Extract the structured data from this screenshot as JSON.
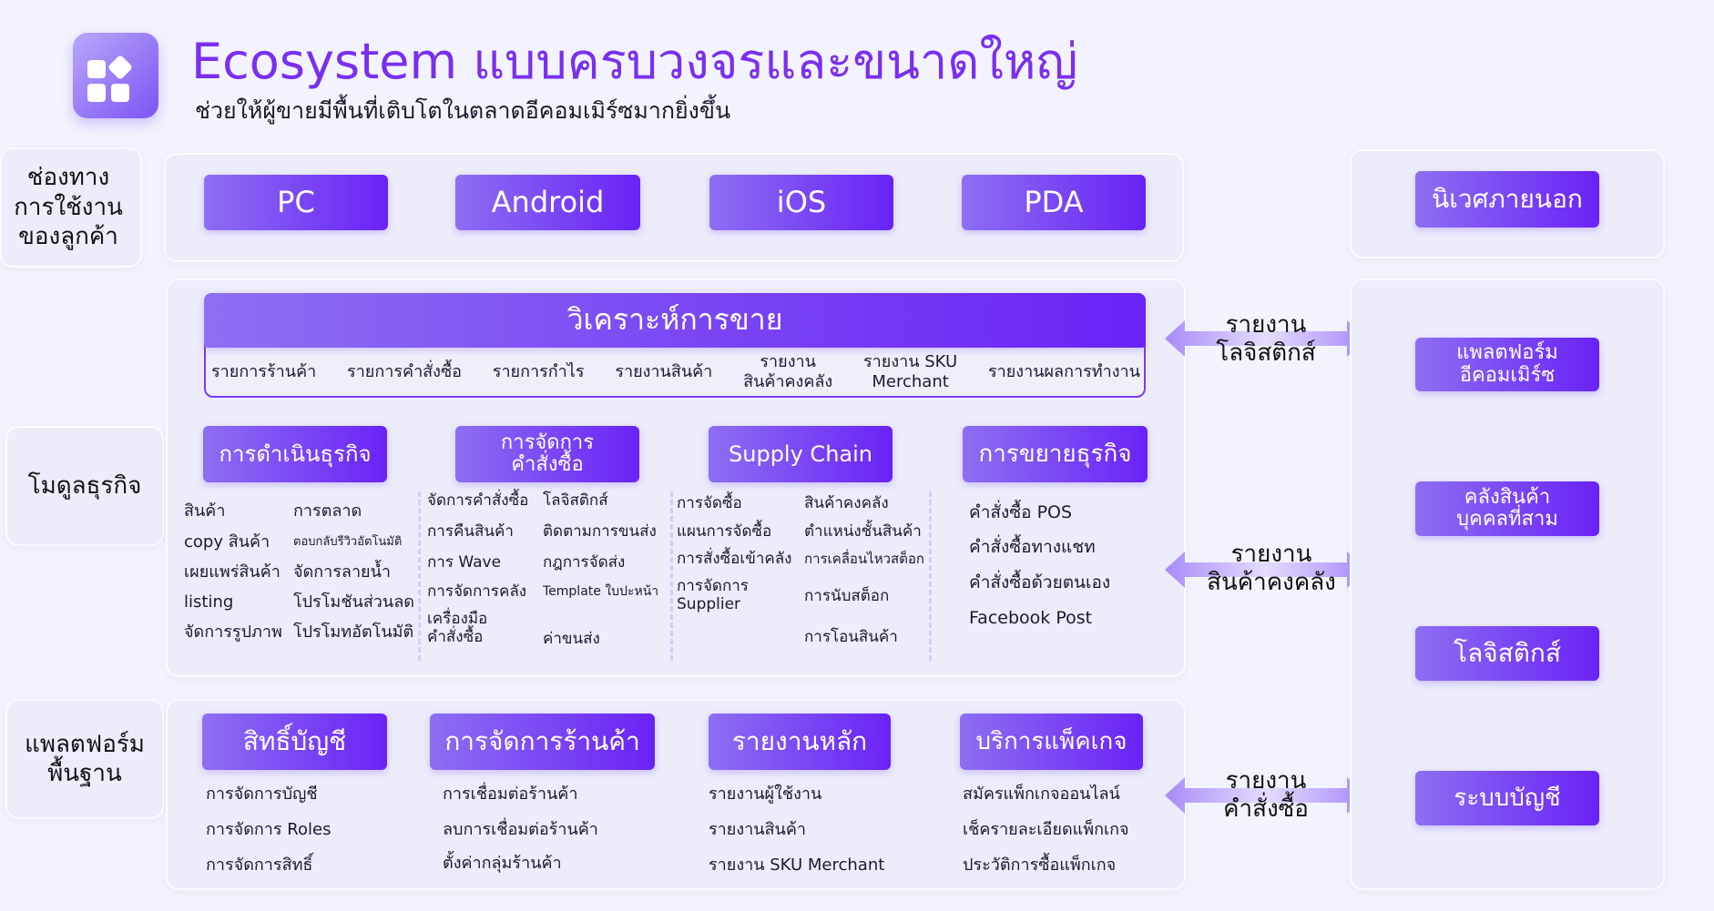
{
  "header": {
    "title": "Ecosystem แบบครบวงจรและขนาดใหญ่",
    "subtitle": "ช่วยให้ผู้ขายมีพื้นที่เติบโตในตลาดอีคอมเมิร์ซมากยิ่งขึ้น"
  },
  "rows": {
    "channels": "ช่องทาง\nการใช้งาน\nของลูกค้า",
    "modules": "โมดูลธุรกิจ",
    "platform": "แพลตฟอร์ม\nพื้นฐาน"
  },
  "channels": [
    "PC",
    "Android",
    "iOS",
    "PDA"
  ],
  "analysis": {
    "title": "วิเคราะห์การขาย",
    "items": [
      "รายการร้านค้า",
      "รายการคำสั่งซื้อ",
      "รายการกำไร",
      "รายงานสินค้า",
      "รายงาน\nสินค้าคงคลัง",
      "รายงาน SKU\nMerchant",
      "รายงานผลการทำงาน"
    ]
  },
  "modules": [
    {
      "title": "การดำเนินธุรกิจ",
      "col1": [
        "สินค้า",
        "copy สินค้า",
        "เผยแพร่สินค้า",
        "listing",
        "จัดการรูปภาพ"
      ],
      "col2": [
        "การตลาด",
        "ตอบกลับรีวิวอัตโนมัติ",
        "จัดการลายน้ำ",
        "โปรโมชันส่วนลด",
        "โปรโมทอัตโนมัติ"
      ]
    },
    {
      "title": "การจัดการ\nคำสั่งซื้อ",
      "col1": [
        "จัดการคำสั่งซื้อ",
        "การคืนสินค้า",
        "การ Wave",
        "การจัดการคลัง",
        "เครื่องมือ\nคำสั่งซื้อ"
      ],
      "col2": [
        "โลจิสติกส์",
        "ติดตามการขนส่ง",
        "กฎการจัดส่ง",
        "Template ใบปะหน้า",
        "ค่าขนส่ง"
      ]
    },
    {
      "title": "Supply Chain",
      "col1": [
        "การจัดซื้อ",
        "แผนการจัดซื้อ",
        "การสั่งซื้อเข้าคลัง",
        "การจัดการ\nSupplier"
      ],
      "col2": [
        "สินค้าคงคลัง",
        "ตำแหน่งชั้นสินค้า",
        "การเคลื่อนไหวสต็อก",
        "การนับสต็อก",
        "การโอนสินค้า"
      ]
    },
    {
      "title": "การขยายธุรกิจ",
      "col1": [
        "คำสั่งซื้อ POS",
        "คำสั่งซื้อทางแชท",
        "คำสั่งซื้อด้วยตนเอง",
        "Facebook Post"
      ]
    }
  ],
  "platform": [
    {
      "title": "สิทธิ์บัญชี",
      "items": [
        "การจัดการบัญชี",
        "การจัดการ Roles",
        "การจัดการสิทธิ์"
      ]
    },
    {
      "title": "การจัดการร้านค้า",
      "items": [
        "การเชื่อมต่อร้านค้า",
        "ลบการเชื่อมต่อร้านค้า",
        "ตั้งค่ากลุ่มร้านค้า"
      ]
    },
    {
      "title": "รายงานหลัก",
      "items": [
        "รายงานผู้ใช้งาน",
        "รายงานสินค้า",
        "รายงาน SKU Merchant"
      ]
    },
    {
      "title": "บริการแพ็คเกจ",
      "items": [
        "สมัครแพ็กเกจออนไลน์",
        "เช็ครายละเอียดแพ็กเกจ",
        "ประวัติการซื้อแพ็กเกจ"
      ]
    }
  ],
  "external": {
    "title": "นิเวศภายนอก",
    "items": [
      "แพลตฟอร์ม\nอีคอมเมิร์ซ",
      "คลังสินค้า\nบุคคลที่สาม",
      "โลจิสติกส์",
      "ระบบบัญชี"
    ]
  },
  "links": [
    "รายงาน\nโลจิสติกส์",
    "รายงาน\nสินค้าคงคลัง",
    "รายงาน\nคำสั่งซื้อ"
  ],
  "colors": {
    "accent_start": "#8d6ff2",
    "accent_end": "#6a22f6",
    "title": "#7a2ff0",
    "background": "#f3f3fd"
  }
}
